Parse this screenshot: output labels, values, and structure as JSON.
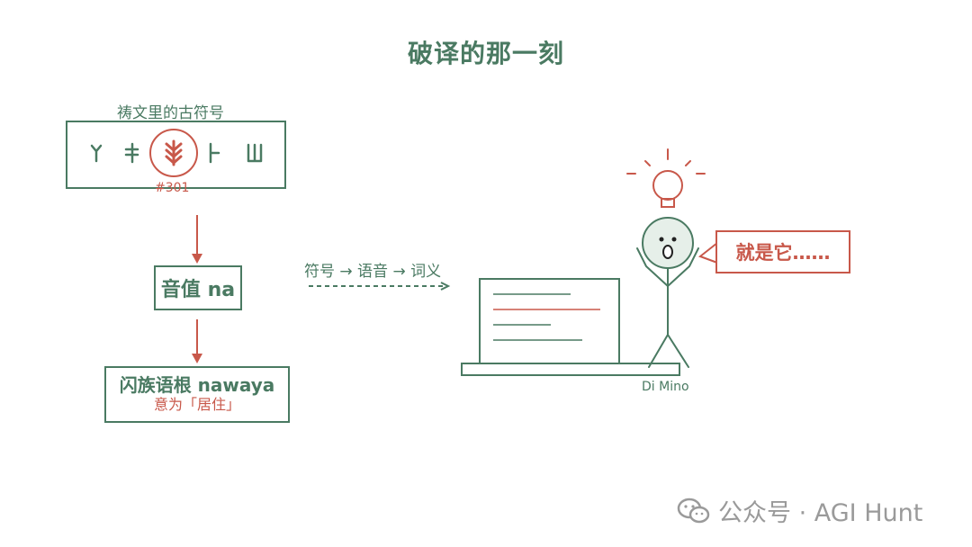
{
  "title": "破译的那一刻",
  "inscription": {
    "caption": "祷文里的古符号",
    "glyphs": [
      "ᛘ",
      "ᚾ",
      "ᚼ",
      "ᛏ",
      "ᛣ"
    ],
    "highlight_label": "#301"
  },
  "phonetic": {
    "label": "音值 na"
  },
  "root": {
    "label": "闪族语根 nawaya",
    "meaning": "意为「居住」"
  },
  "pipeline": {
    "label": "符号 → 语音 → 词义"
  },
  "person": {
    "name": "Di Mino",
    "speech": "就是它……"
  },
  "watermark": {
    "text": "公众号 · AGI Hunt"
  },
  "colors": {
    "green": "#4a7a62",
    "red": "#c8584a",
    "gray": "#9a9a9a"
  }
}
